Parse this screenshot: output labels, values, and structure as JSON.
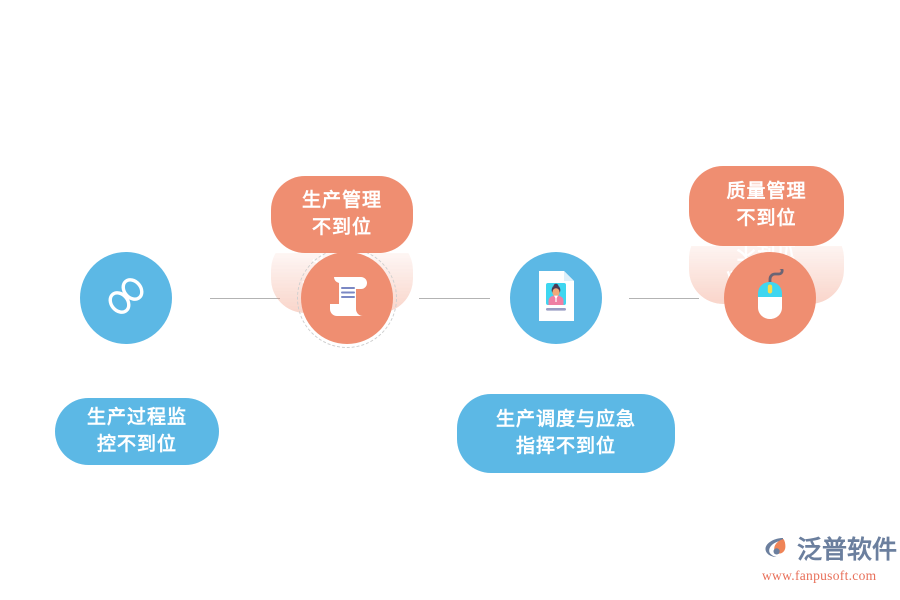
{
  "page": {
    "background_color": "#ffffff",
    "title": "生产管理问题示意图"
  },
  "theme": {
    "orange": "#ef8e71",
    "blue": "#5cb8e5",
    "line": "#b3b3b3",
    "dashed_ring": "#cfcfcf",
    "text_on_fill": "#ffffff"
  },
  "nodes": [
    {
      "id": "node-chain",
      "icon": "chain-link-icon",
      "color": "#5cb8e5",
      "dashed_ring": false
    },
    {
      "id": "node-scroll",
      "icon": "scroll-document-icon",
      "color": "#ef8e71",
      "dashed_ring": true
    },
    {
      "id": "node-resume",
      "icon": "id-card-document-icon",
      "color": "#5cb8e5",
      "dashed_ring": false
    },
    {
      "id": "node-mouse",
      "icon": "computer-mouse-icon",
      "color": "#ef8e71",
      "dashed_ring": false
    }
  ],
  "connectors": [
    {
      "id": "connector-1"
    },
    {
      "id": "connector-2"
    },
    {
      "id": "connector-3"
    }
  ],
  "labels": {
    "production_management": {
      "line1": "生产管理",
      "line2": "不到位",
      "color": "#ef8e71"
    },
    "quality_management": {
      "line1": "质量管理",
      "line2": "不到位",
      "color": "#ef8e71"
    },
    "process_monitoring": {
      "line1": "生产过程监",
      "line2": "控不到位",
      "color": "#5cb8e5"
    },
    "dispatch_emergency": {
      "line1": "生产调度与应急",
      "line2": "指挥不到位",
      "color": "#5cb8e5"
    }
  },
  "logo": {
    "name": "泛普软件",
    "url": "www.fanpusoft.com",
    "name_color": "#6b7f9e",
    "url_color": "#e8705a"
  }
}
